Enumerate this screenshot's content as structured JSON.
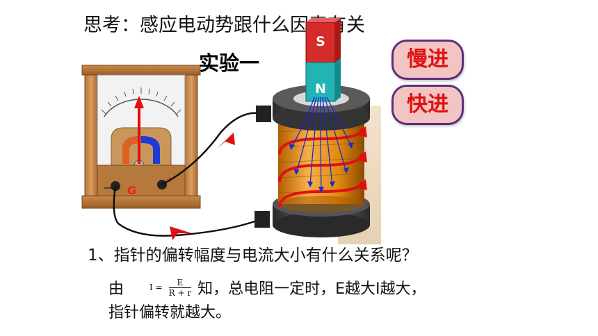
{
  "title": "思考：感应电动势跟什么因素有关",
  "experiment_label": "实验一",
  "buttons": {
    "slow": "慢进",
    "fast": "快进"
  },
  "magnet": {
    "south_label": "S",
    "north_label": "N"
  },
  "galvanometer": {
    "label": "G",
    "minus": "−",
    "plus": "+"
  },
  "question": "1、指针的偏转幅度与电流大小有什么关系呢？",
  "explanation": {
    "prefix": "由",
    "formula_lhs": "I =",
    "formula_num": "E",
    "formula_den": "R + r",
    "suffix": "知，总电阻一定时，E越大I越大，",
    "line2": "指针偏转就越大。"
  },
  "colors": {
    "button_fill": "#f3c4c4",
    "button_border": "#5b2f7a",
    "button_text": "#e01010",
    "magnet_s": "#d62b2b",
    "magnet_n": "#22b3b3",
    "coil": "#e08a10"
  }
}
